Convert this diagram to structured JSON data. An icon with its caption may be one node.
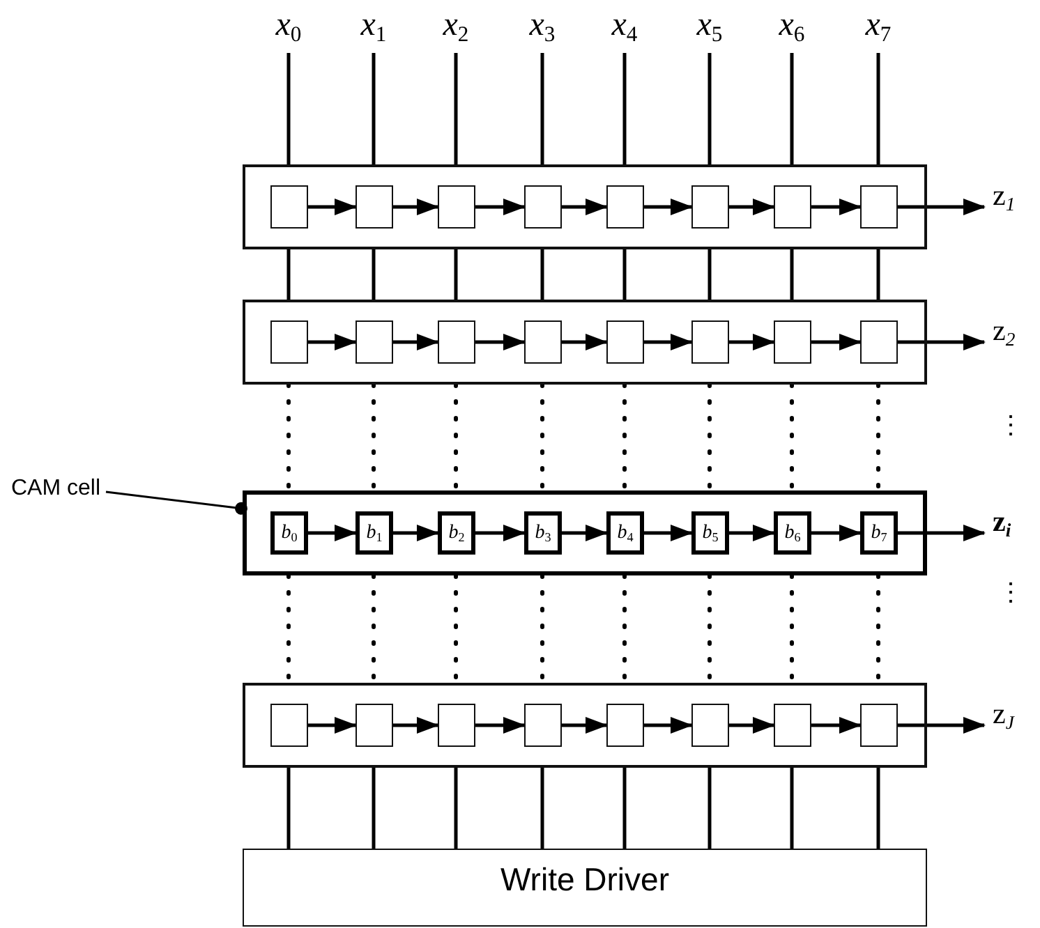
{
  "diagram": {
    "nodes": [
      {
        "text": [
          "*x*$_{0}$"
        ]
      },
      {
        "text": [
          "*x*$_{1}$"
        ]
      },
      {
        "text": [
          "*x*$_{2}$"
        ]
      },
      {
        "text": [
          "*x*$_{3}$"
        ]
      },
      {
        "text": [
          "*x*$_{4}$"
        ]
      },
      {
        "text": [
          "*x*$_{5}$"
        ]
      },
      {
        "text": [
          "*x*$_{6}$"
        ]
      },
      {
        "text": [
          "*x*$_{7}$"
        ]
      },
      {
        "text": [],
        "shape": "box"
      },
      {
        "text": [],
        "shape": "box",
        "in": 8
      },
      {
        "text": [],
        "shape": "box",
        "in": 8
      },
      {
        "text": [],
        "shape": "box",
        "in": 8
      },
      {
        "text": [],
        "shape": "box",
        "in": 8
      },
      {
        "text": [],
        "shape": "box",
        "in": 8
      },
      {
        "text": [],
        "shape": "box",
        "in": 8
      },
      {
        "text": [],
        "shape": "box",
        "in": 8
      },
      {
        "text": [],
        "shape": "box",
        "in": 8
      },
      {
        "text": [
          "z$_{1}$"
        ]
      },
      {
        "text": [],
        "shape": "box"
      },
      {
        "text": [],
        "shape": "box",
        "in": 18
      },
      {
        "text": [],
        "shape": "box",
        "in": 18
      },
      {
        "text": [],
        "shape": "box",
        "in": 18
      },
      {
        "text": [],
        "shape": "box",
        "in": 18
      },
      {
        "text": [],
        "shape": "box",
        "in": 18
      },
      {
        "text": [],
        "shape": "box",
        "in": 18
      },
      {
        "text": [],
        "shape": "box",
        "in": 18
      },
      {
        "text": [],
        "shape": "box",
        "in": 18
      },
      {
        "text": [
          "z$_{2}$"
        ]
      },
      {
        "text": [
          "CAM cell"
        ]
      },
      {
        "text": [],
        "shape": "box"
      },
      {
        "text": [
          "*b*$_{0}$"
        ],
        "in": 29
      },
      {
        "text": [
          "*b*$_{1}$"
        ],
        "in": 29
      },
      {
        "text": [
          "*b*$_{2}$"
        ],
        "in": 29
      },
      {
        "text": [
          "*b*$_{3}$"
        ],
        "in": 29
      },
      {
        "text": [
          "*b*$_{4}$"
        ],
        "in": 29
      },
      {
        "text": [
          "*b*$_{5}$"
        ],
        "in": 29
      },
      {
        "text": [
          "*b*$_{6}$"
        ],
        "in": 29
      },
      {
        "text": [
          "*b*$_{7}$"
        ],
        "in": 29
      },
      {
        "text": [
          "z$_{i}$"
        ]
      },
      {
        "text": [],
        "shape": "box"
      },
      {
        "text": [],
        "shape": "box",
        "in": 39
      },
      {
        "text": [],
        "shape": "box",
        "in": 39
      },
      {
        "text": [],
        "shape": "box",
        "in": 39
      },
      {
        "text": [],
        "shape": "box",
        "in": 39
      },
      {
        "text": [],
        "shape": "box",
        "in": 39
      },
      {
        "text": [],
        "shape": "box",
        "in": 39
      },
      {
        "text": [],
        "shape": "box",
        "in": 39
      },
      {
        "text": [],
        "shape": "box",
        "in": 39
      },
      {
        "text": [
          "z$_{J}$"
        ]
      },
      {
        "text": [
          "Write Driver"
        ]
      }
    ],
    "edges": [
      {
        "from": 0,
        "to": 8,
        "arrow": "none"
      },
      {
        "from": 1,
        "to": 8,
        "arrow": "none"
      },
      {
        "from": 2,
        "to": 8,
        "arrow": "none"
      },
      {
        "from": 3,
        "to": 8,
        "arrow": "none"
      },
      {
        "from": 4,
        "to": 8,
        "arrow": "none"
      },
      {
        "from": 5,
        "to": 8,
        "arrow": "none"
      },
      {
        "from": 6,
        "to": 8,
        "arrow": "none"
      },
      {
        "from": 7,
        "to": 8,
        "arrow": "none"
      },
      {
        "from": 9,
        "to": 10,
        "arrow": "to"
      },
      {
        "from": 10,
        "to": 11,
        "arrow": "to"
      },
      {
        "from": 11,
        "to": 12,
        "arrow": "to"
      },
      {
        "from": 12,
        "to": 13,
        "arrow": "to"
      },
      {
        "from": 13,
        "to": 14,
        "arrow": "to"
      },
      {
        "from": 14,
        "to": 15,
        "arrow": "to"
      },
      {
        "from": 15,
        "to": 16,
        "arrow": "to"
      },
      {
        "from": 16,
        "to": 17,
        "arrow": "to"
      },
      {
        "from": 8,
        "to": 18,
        "arrow": "none"
      },
      {
        "from": 8,
        "to": 18,
        "arrow": "none"
      },
      {
        "from": 8,
        "to": 18,
        "arrow": "none"
      },
      {
        "from": 8,
        "to": 18,
        "arrow": "none"
      },
      {
        "from": 8,
        "to": 18,
        "arrow": "none"
      },
      {
        "from": 8,
        "to": 18,
        "arrow": "none"
      },
      {
        "from": 8,
        "to": 18,
        "arrow": "none"
      },
      {
        "from": 8,
        "to": 18,
        "arrow": "none"
      },
      {
        "from": 19,
        "to": 20,
        "arrow": "to"
      },
      {
        "from": 20,
        "to": 21,
        "arrow": "to"
      },
      {
        "from": 21,
        "to": 22,
        "arrow": "to"
      },
      {
        "from": 22,
        "to": 23,
        "arrow": "to"
      },
      {
        "from": 23,
        "to": 24,
        "arrow": "to"
      },
      {
        "from": 24,
        "to": 25,
        "arrow": "to"
      },
      {
        "from": 25,
        "to": 26,
        "arrow": "to"
      },
      {
        "from": 26,
        "to": 27,
        "arrow": "to"
      },
      {
        "from": 18,
        "to": 29,
        "arrow": "none",
        "style": "dashed"
      },
      {
        "from": 18,
        "to": 29,
        "arrow": "none",
        "style": "dashed"
      },
      {
        "from": 18,
        "to": 29,
        "arrow": "none",
        "style": "dashed"
      },
      {
        "from": 18,
        "to": 29,
        "arrow": "none",
        "style": "dashed"
      },
      {
        "from": 18,
        "to": 29,
        "arrow": "none",
        "style": "dashed"
      },
      {
        "from": 18,
        "to": 29,
        "arrow": "none",
        "style": "dashed"
      },
      {
        "from": 18,
        "to": 29,
        "arrow": "none",
        "style": "dashed"
      },
      {
        "from": 18,
        "to": 29,
        "arrow": "none",
        "style": "dashed"
      },
      {
        "from": 28,
        "to": 29,
        "arrow": "other"
      },
      {
        "from": 30,
        "to": 31,
        "arrow": "to"
      },
      {
        "from": 31,
        "to": 32,
        "arrow": "to"
      },
      {
        "from": 32,
        "to": 33,
        "arrow": "to"
      },
      {
        "from": 33,
        "to": 34,
        "arrow": "to"
      },
      {
        "from": 34,
        "to": 35,
        "arrow": "to"
      },
      {
        "from": 35,
        "to": 36,
        "arrow": "to"
      },
      {
        "from": 36,
        "to": 37,
        "arrow": "to"
      },
      {
        "from": 37,
        "to": 38,
        "arrow": "to"
      },
      {
        "from": 29,
        "to": 39,
        "arrow": "none",
        "style": "dashed"
      },
      {
        "from": 29,
        "to": 39,
        "arrow": "none",
        "style": "dashed"
      },
      {
        "from": 29,
        "to": 39,
        "arrow": "none",
        "style": "dashed"
      },
      {
        "from": 29,
        "to": 39,
        "arrow": "none",
        "style": "dashed"
      },
      {
        "from": 29,
        "to": 39,
        "arrow": "none",
        "style": "dashed"
      },
      {
        "from": 29,
        "to": 39,
        "arrow": "none",
        "style": "dashed"
      },
      {
        "from": 29,
        "to": 39,
        "arrow": "none",
        "style": "dashed"
      },
      {
        "from": 29,
        "to": 39,
        "arrow": "none",
        "style": "dashed"
      },
      {
        "from": 40,
        "to": 41,
        "arrow": "to"
      },
      {
        "from": 41,
        "to": 42,
        "arrow": "to"
      },
      {
        "from": 42,
        "to": 43,
        "arrow": "to"
      },
      {
        "from": 43,
        "to": 44,
        "arrow": "to"
      },
      {
        "from": 44,
        "to": 45,
        "arrow": "to"
      },
      {
        "from": 45,
        "to": 46,
        "arrow": "to"
      },
      {
        "from": 46,
        "to": 47,
        "arrow": "to"
      },
      {
        "from": 47,
        "to": 48,
        "arrow": "to"
      },
      {
        "from": 39,
        "to": 49,
        "arrow": "none"
      },
      {
        "from": 39,
        "to": 49,
        "arrow": "none"
      },
      {
        "from": 39,
        "to": 49,
        "arrow": "none"
      },
      {
        "from": 39,
        "to": 49,
        "arrow": "none"
      },
      {
        "from": 39,
        "to": 49,
        "arrow": "none"
      },
      {
        "from": 39,
        "to": 49,
        "arrow": "none"
      },
      {
        "from": 39,
        "to": 49,
        "arrow": "none"
      },
      {
        "from": 39,
        "to": 49,
        "arrow": "none"
      }
    ],
    "labels": [
      "⋮",
      "⋮"
    ]
  }
}
